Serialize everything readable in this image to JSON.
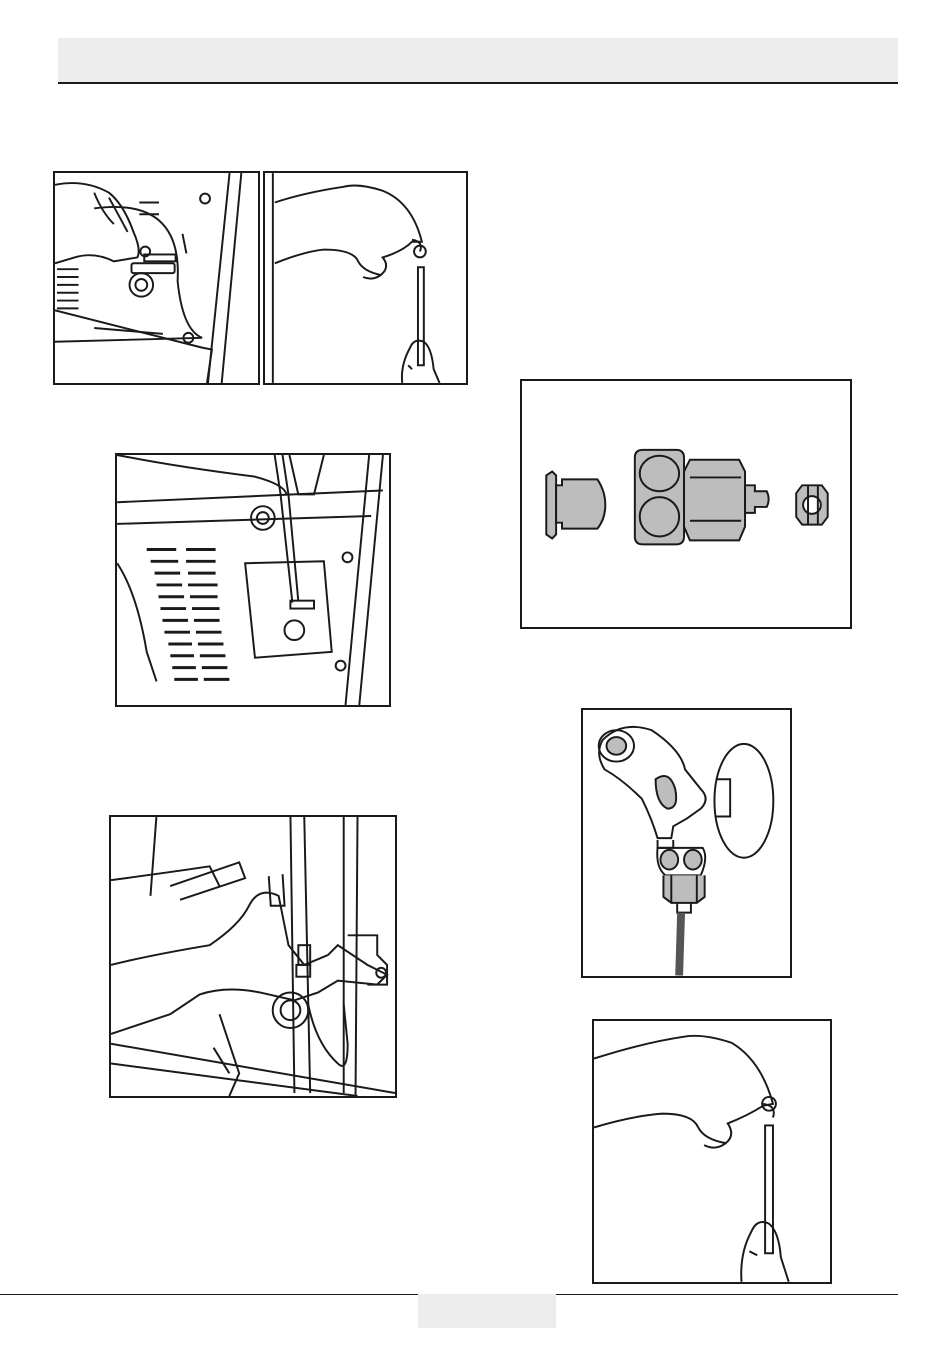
{
  "header": {
    "title": ""
  },
  "figures": [
    {
      "id": "fig-1a",
      "subject": "hand-on-valve-bracket-icon"
    },
    {
      "id": "fig-1b",
      "subject": "hand-holding-nut-over-tube-icon"
    },
    {
      "id": "fig-2",
      "subject": "tube-routed-into-rear-bracket-icon"
    },
    {
      "id": "fig-3",
      "subject": "hand-fastening-tube-clamp-icon"
    },
    {
      "id": "fig-4",
      "subject": "fittings-kit-icon"
    },
    {
      "id": "fig-5",
      "subject": "tap-adapter-connected-icon"
    },
    {
      "id": "fig-6",
      "subject": "hand-holding-nut-over-tube-icon"
    }
  ],
  "footer": {
    "page_number": ""
  }
}
